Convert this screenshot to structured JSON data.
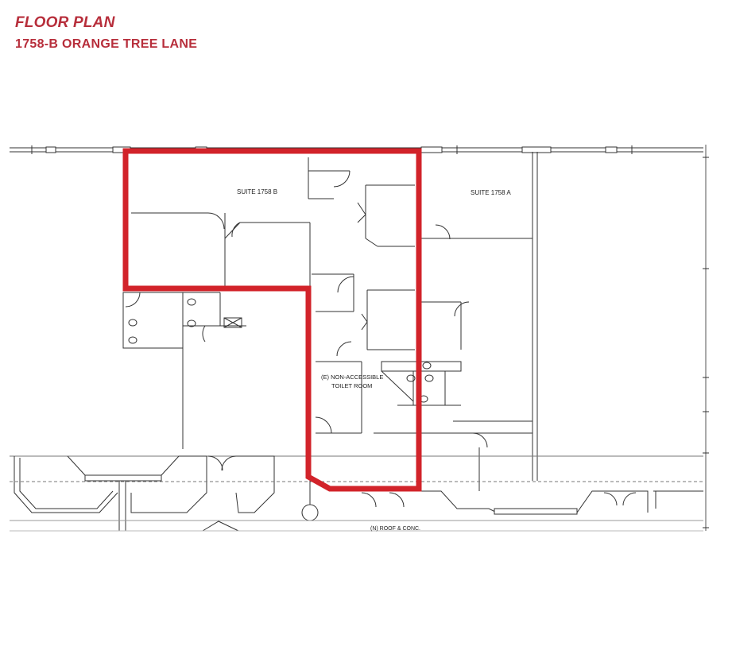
{
  "header": {
    "title": "FLOOR PLAN",
    "subtitle": "1758-B ORANGE TREE LANE"
  },
  "plan": {
    "suite_b_label": "SUITE 1758 B",
    "suite_a_label": "SUITE 1758 A",
    "toilet_label_line1": "(E) NON-ACCESSIBLE",
    "toilet_label_line2": "TOILET ROOM",
    "bottom_label": "(N) ROOF & CONC.",
    "highlight_color": "#d2232a",
    "title_color": "#b72e3b"
  }
}
